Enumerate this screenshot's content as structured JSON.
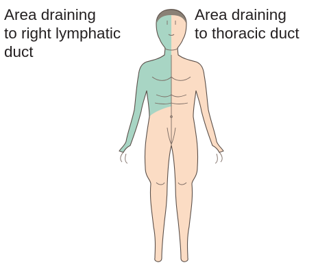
{
  "labels": {
    "right_lymphatic": "Area draining\nto right lymphatic\nduct",
    "thoracic": "Area draining\nto thoracic duct"
  },
  "colors": {
    "right_lymphatic_region": "#a8d5c4",
    "thoracic_region": "#fbdcc4",
    "hair": "#8a8176",
    "outline": "#5a4e48"
  },
  "icons": {
    "figure": "human-body-front-view"
  }
}
